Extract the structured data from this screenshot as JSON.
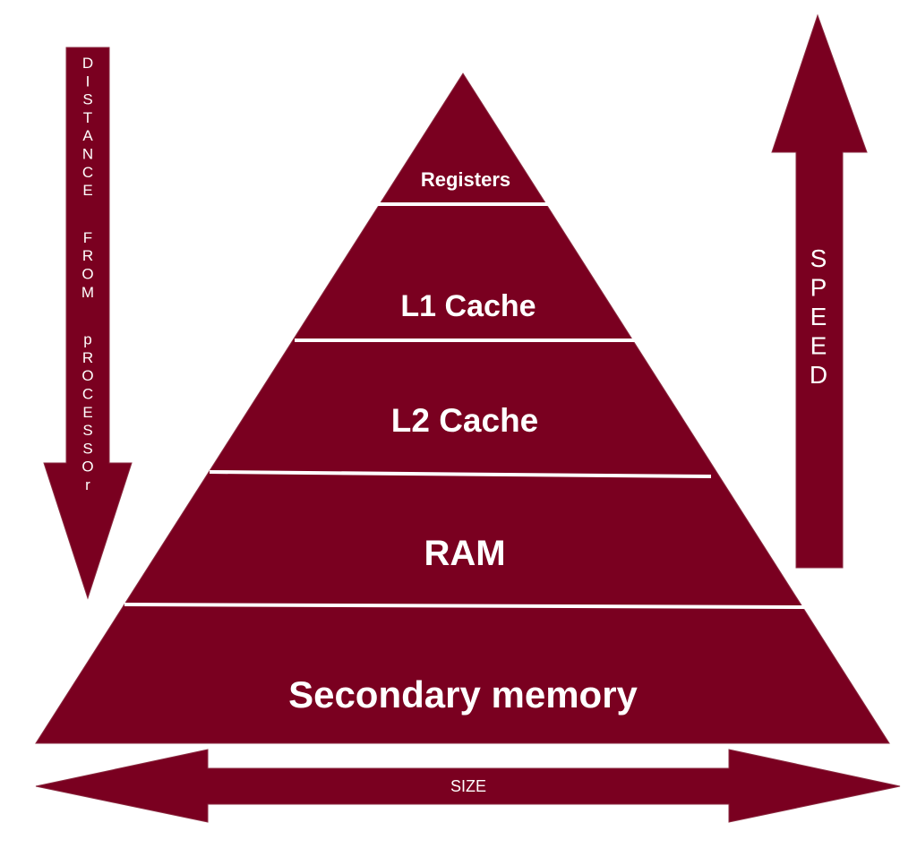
{
  "colors": {
    "shape_fill": "#7a0020",
    "text": "#ffffff",
    "separator": "#ffffff",
    "background": "#ffffff"
  },
  "pyramid": {
    "levels": [
      {
        "label": "Registers"
      },
      {
        "label": "L1 Cache"
      },
      {
        "label": "L2 Cache"
      },
      {
        "label": "RAM"
      },
      {
        "label": "Secondary memory"
      }
    ]
  },
  "arrows": {
    "distance": {
      "label": "DISTANCE FROM pROCESSOr",
      "direction": "down",
      "icon": "arrow-down-icon"
    },
    "speed": {
      "label": "SPEED",
      "direction": "up",
      "icon": "arrow-up-icon"
    },
    "size": {
      "label": "SIZE",
      "direction": "left-right",
      "icon": "double-arrow-horizontal-icon"
    }
  }
}
